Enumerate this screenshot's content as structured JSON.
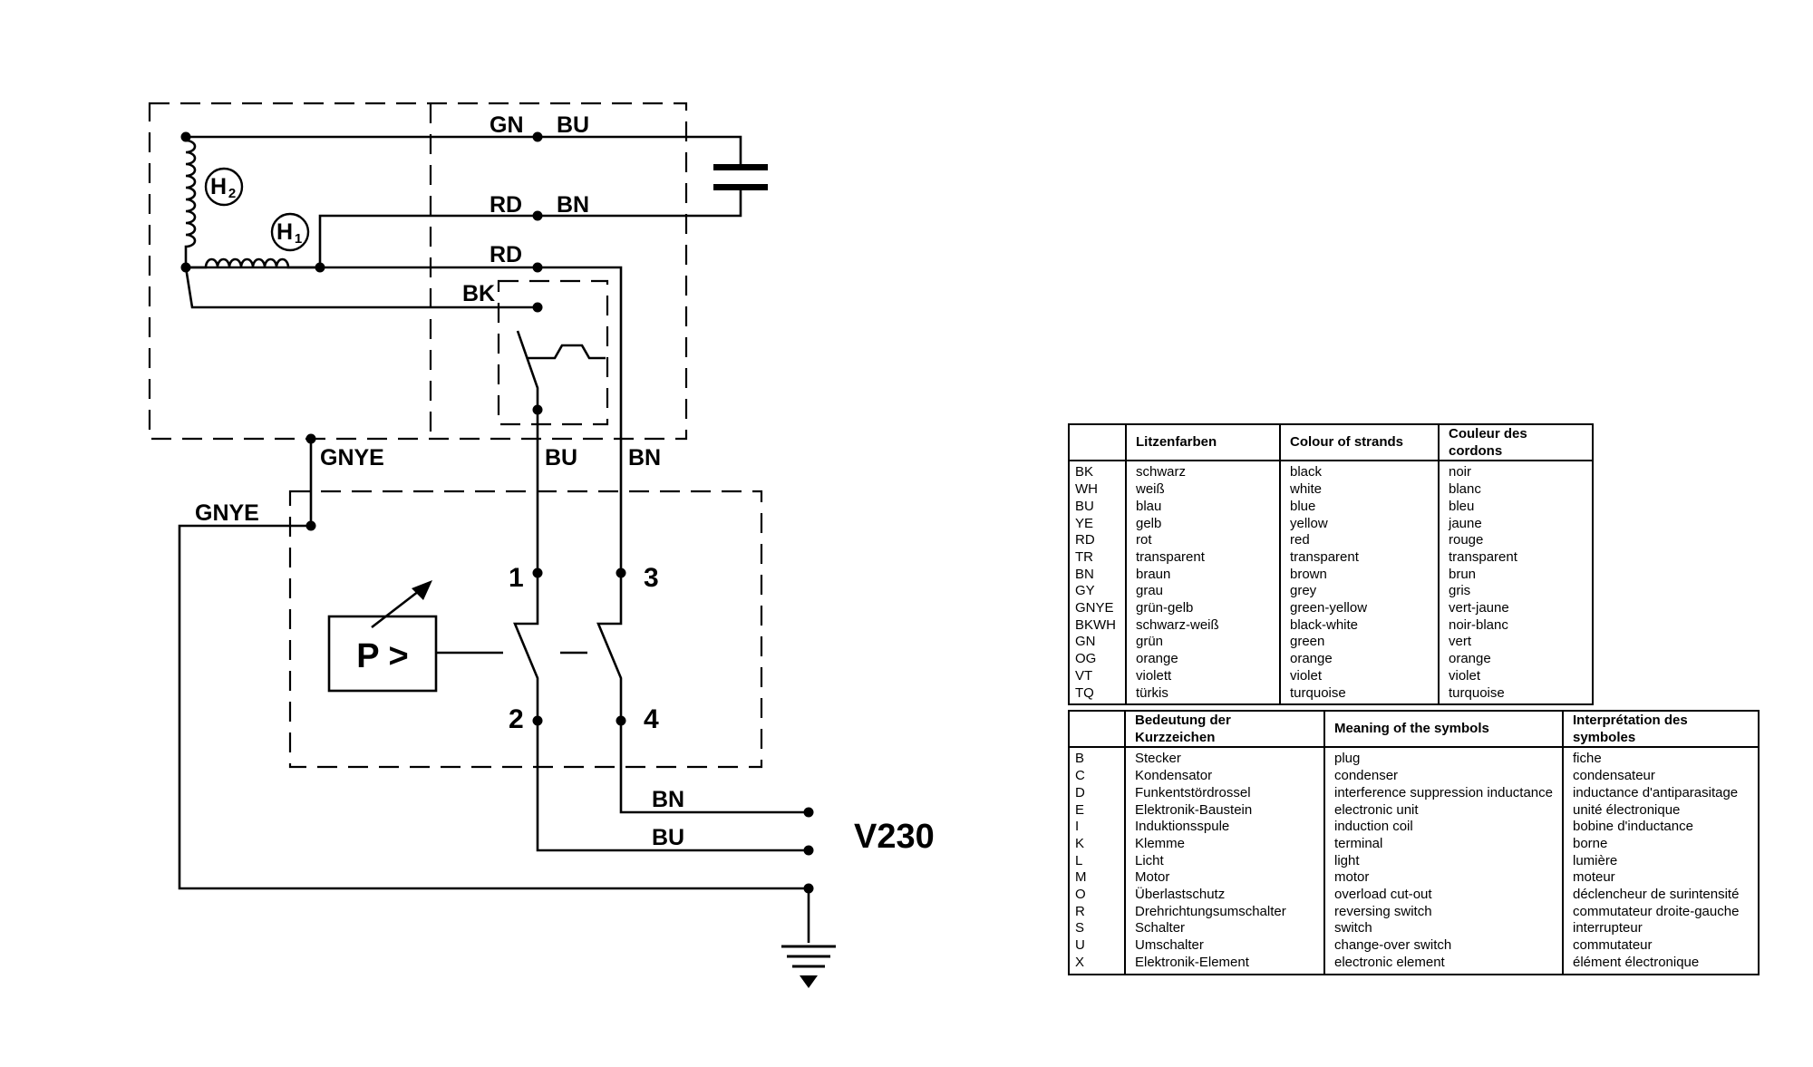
{
  "diagram": {
    "wire_labels": {
      "gn": "GN",
      "bu_top": "BU",
      "rd_top": "RD",
      "bn_top": "BN",
      "rd_mid": "RD",
      "bk": "BK",
      "gnye_upper": "GNYE",
      "gnye_lower": "GNYE",
      "bu_mid": "BU",
      "bn_mid": "BN",
      "bn_out": "BN",
      "bu_out": "BU"
    },
    "components": {
      "h2_main": "H",
      "h2_sub": "2",
      "h1_main": "H",
      "h1_sub": "1",
      "pressure_switch": "P >"
    },
    "terminals": {
      "t1": "1",
      "t2": "2",
      "t3": "3",
      "t4": "4"
    },
    "supply_label": "V230"
  },
  "color_table": {
    "headers": [
      "",
      "Litzenfarben",
      "Colour of strands",
      "Couleur des cordons"
    ],
    "rows": [
      [
        "BK",
        "schwarz",
        "black",
        "noir"
      ],
      [
        "WH",
        "weiß",
        "white",
        "blanc"
      ],
      [
        "BU",
        "blau",
        "blue",
        "bleu"
      ],
      [
        "YE",
        "gelb",
        "yellow",
        "jaune"
      ],
      [
        "RD",
        "rot",
        "red",
        "rouge"
      ],
      [
        "TR",
        "transparent",
        "transparent",
        "transparent"
      ],
      [
        "BN",
        "braun",
        "brown",
        "brun"
      ],
      [
        "GY",
        "grau",
        "grey",
        "gris"
      ],
      [
        "GNYE",
        "grün-gelb",
        "green-yellow",
        "vert-jaune"
      ],
      [
        "BKWH",
        "schwarz-weiß",
        "black-white",
        "noir-blanc"
      ],
      [
        "GN",
        "grün",
        "green",
        "vert"
      ],
      [
        "OG",
        "orange",
        "orange",
        "orange"
      ],
      [
        "VT",
        "violett",
        "violet",
        "violet"
      ],
      [
        "TQ",
        "türkis",
        "turquoise",
        "turquoise"
      ]
    ]
  },
  "symbol_table": {
    "headers": [
      "",
      "Bedeutung der Kurzzeichen",
      "Meaning of the symbols",
      "Interprétation des symboles"
    ],
    "rows": [
      [
        "B",
        "Stecker",
        "plug",
        "fiche"
      ],
      [
        "C",
        "Kondensator",
        "condenser",
        "condensateur"
      ],
      [
        "D",
        "Funkentstördrossel",
        "interference suppression inductance",
        "inductance d'antiparasitage"
      ],
      [
        "E",
        "Elektronik-Baustein",
        "electronic unit",
        "unité électronique"
      ],
      [
        "I",
        "Induktionsspule",
        "induction coil",
        "bobine d'inductance"
      ],
      [
        "K",
        "Klemme",
        "terminal",
        "borne"
      ],
      [
        "L",
        "Licht",
        "light",
        "lumière"
      ],
      [
        "M",
        "Motor",
        "motor",
        "moteur"
      ],
      [
        "O",
        "Überlastschutz",
        "overload cut-out",
        "déclencheur de surintensité"
      ],
      [
        "R",
        "Drehrichtungsumschalter",
        "reversing switch",
        "commutateur droite-gauche"
      ],
      [
        "S",
        "Schalter",
        "switch",
        "interrupteur"
      ],
      [
        "U",
        "Umschalter",
        "change-over switch",
        "commutateur"
      ],
      [
        "X",
        "Elektronik-Element",
        "electronic element",
        "élément électronique"
      ]
    ]
  }
}
